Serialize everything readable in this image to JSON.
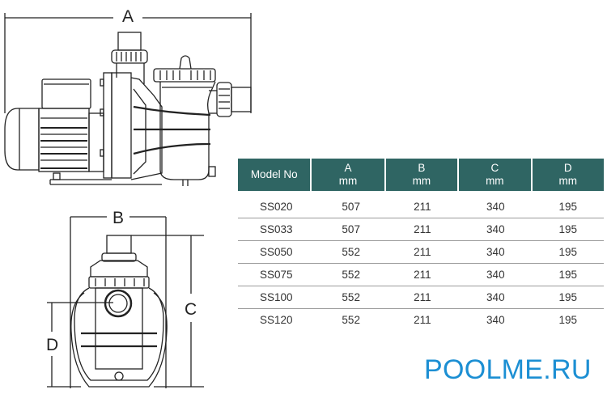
{
  "drawing": {
    "side_view": {
      "dimension_label": "A",
      "icon": "pump-side-view-icon"
    },
    "front_view": {
      "dimension_labels": {
        "width": "B",
        "height": "C",
        "inlet_height": "D"
      },
      "icon": "pump-front-view-icon"
    }
  },
  "table": {
    "header_color": "#2f6563",
    "columns": [
      {
        "line1": "Model No",
        "line2": ""
      },
      {
        "line1": "A",
        "line2": "mm"
      },
      {
        "line1": "B",
        "line2": "mm"
      },
      {
        "line1": "C",
        "line2": "mm"
      },
      {
        "line1": "D",
        "line2": "mm"
      }
    ],
    "rows": [
      {
        "model": "SS020",
        "a": "507",
        "b": "211",
        "c": "340",
        "d": "195"
      },
      {
        "model": "SS033",
        "a": "507",
        "b": "211",
        "c": "340",
        "d": "195"
      },
      {
        "model": "SS050",
        "a": "552",
        "b": "211",
        "c": "340",
        "d": "195"
      },
      {
        "model": "SS075",
        "a": "552",
        "b": "211",
        "c": "340",
        "d": "195"
      },
      {
        "model": "SS100",
        "a": "552",
        "b": "211",
        "c": "340",
        "d": "195"
      },
      {
        "model": "SS120",
        "a": "552",
        "b": "211",
        "c": "340",
        "d": "195"
      }
    ]
  },
  "brand": {
    "text": "POOLME.RU",
    "color": "#1c8fd3"
  }
}
